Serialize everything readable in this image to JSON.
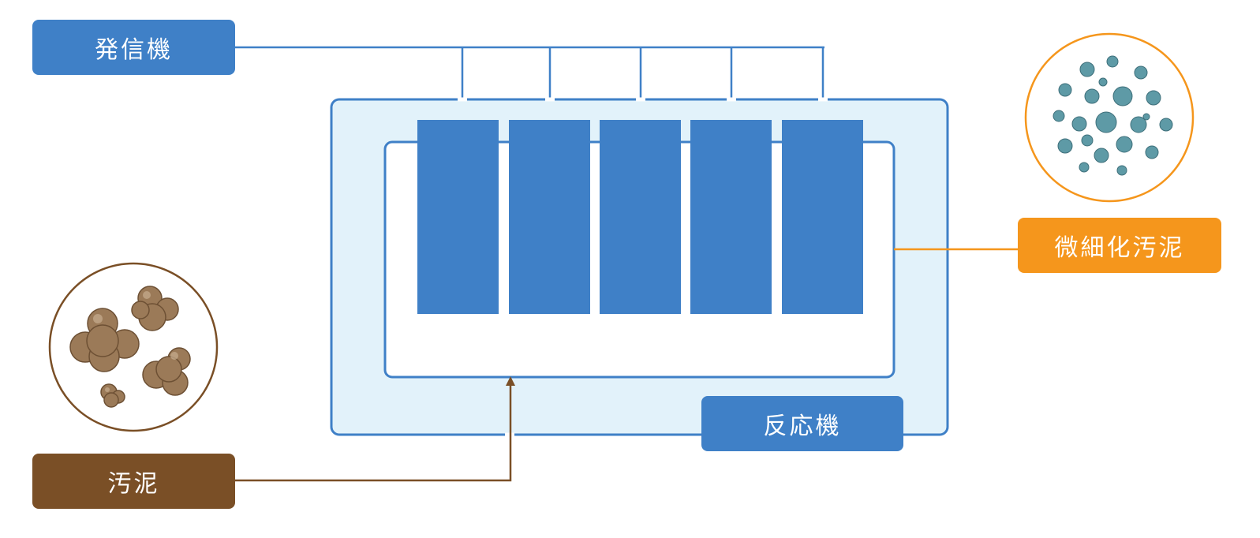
{
  "labels": {
    "generator": "発信機",
    "reactor": "反応機",
    "fine_sludge": "微細化汚泥",
    "sludge": "汚泥"
  },
  "colors": {
    "blue": "#3f80c7",
    "light_blue": "#e2f2fa",
    "orange": "#f5961c",
    "brown": "#7a4f26",
    "particle_teal": "#5e9aa6"
  },
  "icons": {
    "sludge_clumps": "sludge-clumps-icon",
    "fine_particles": "fine-particles-icon"
  }
}
